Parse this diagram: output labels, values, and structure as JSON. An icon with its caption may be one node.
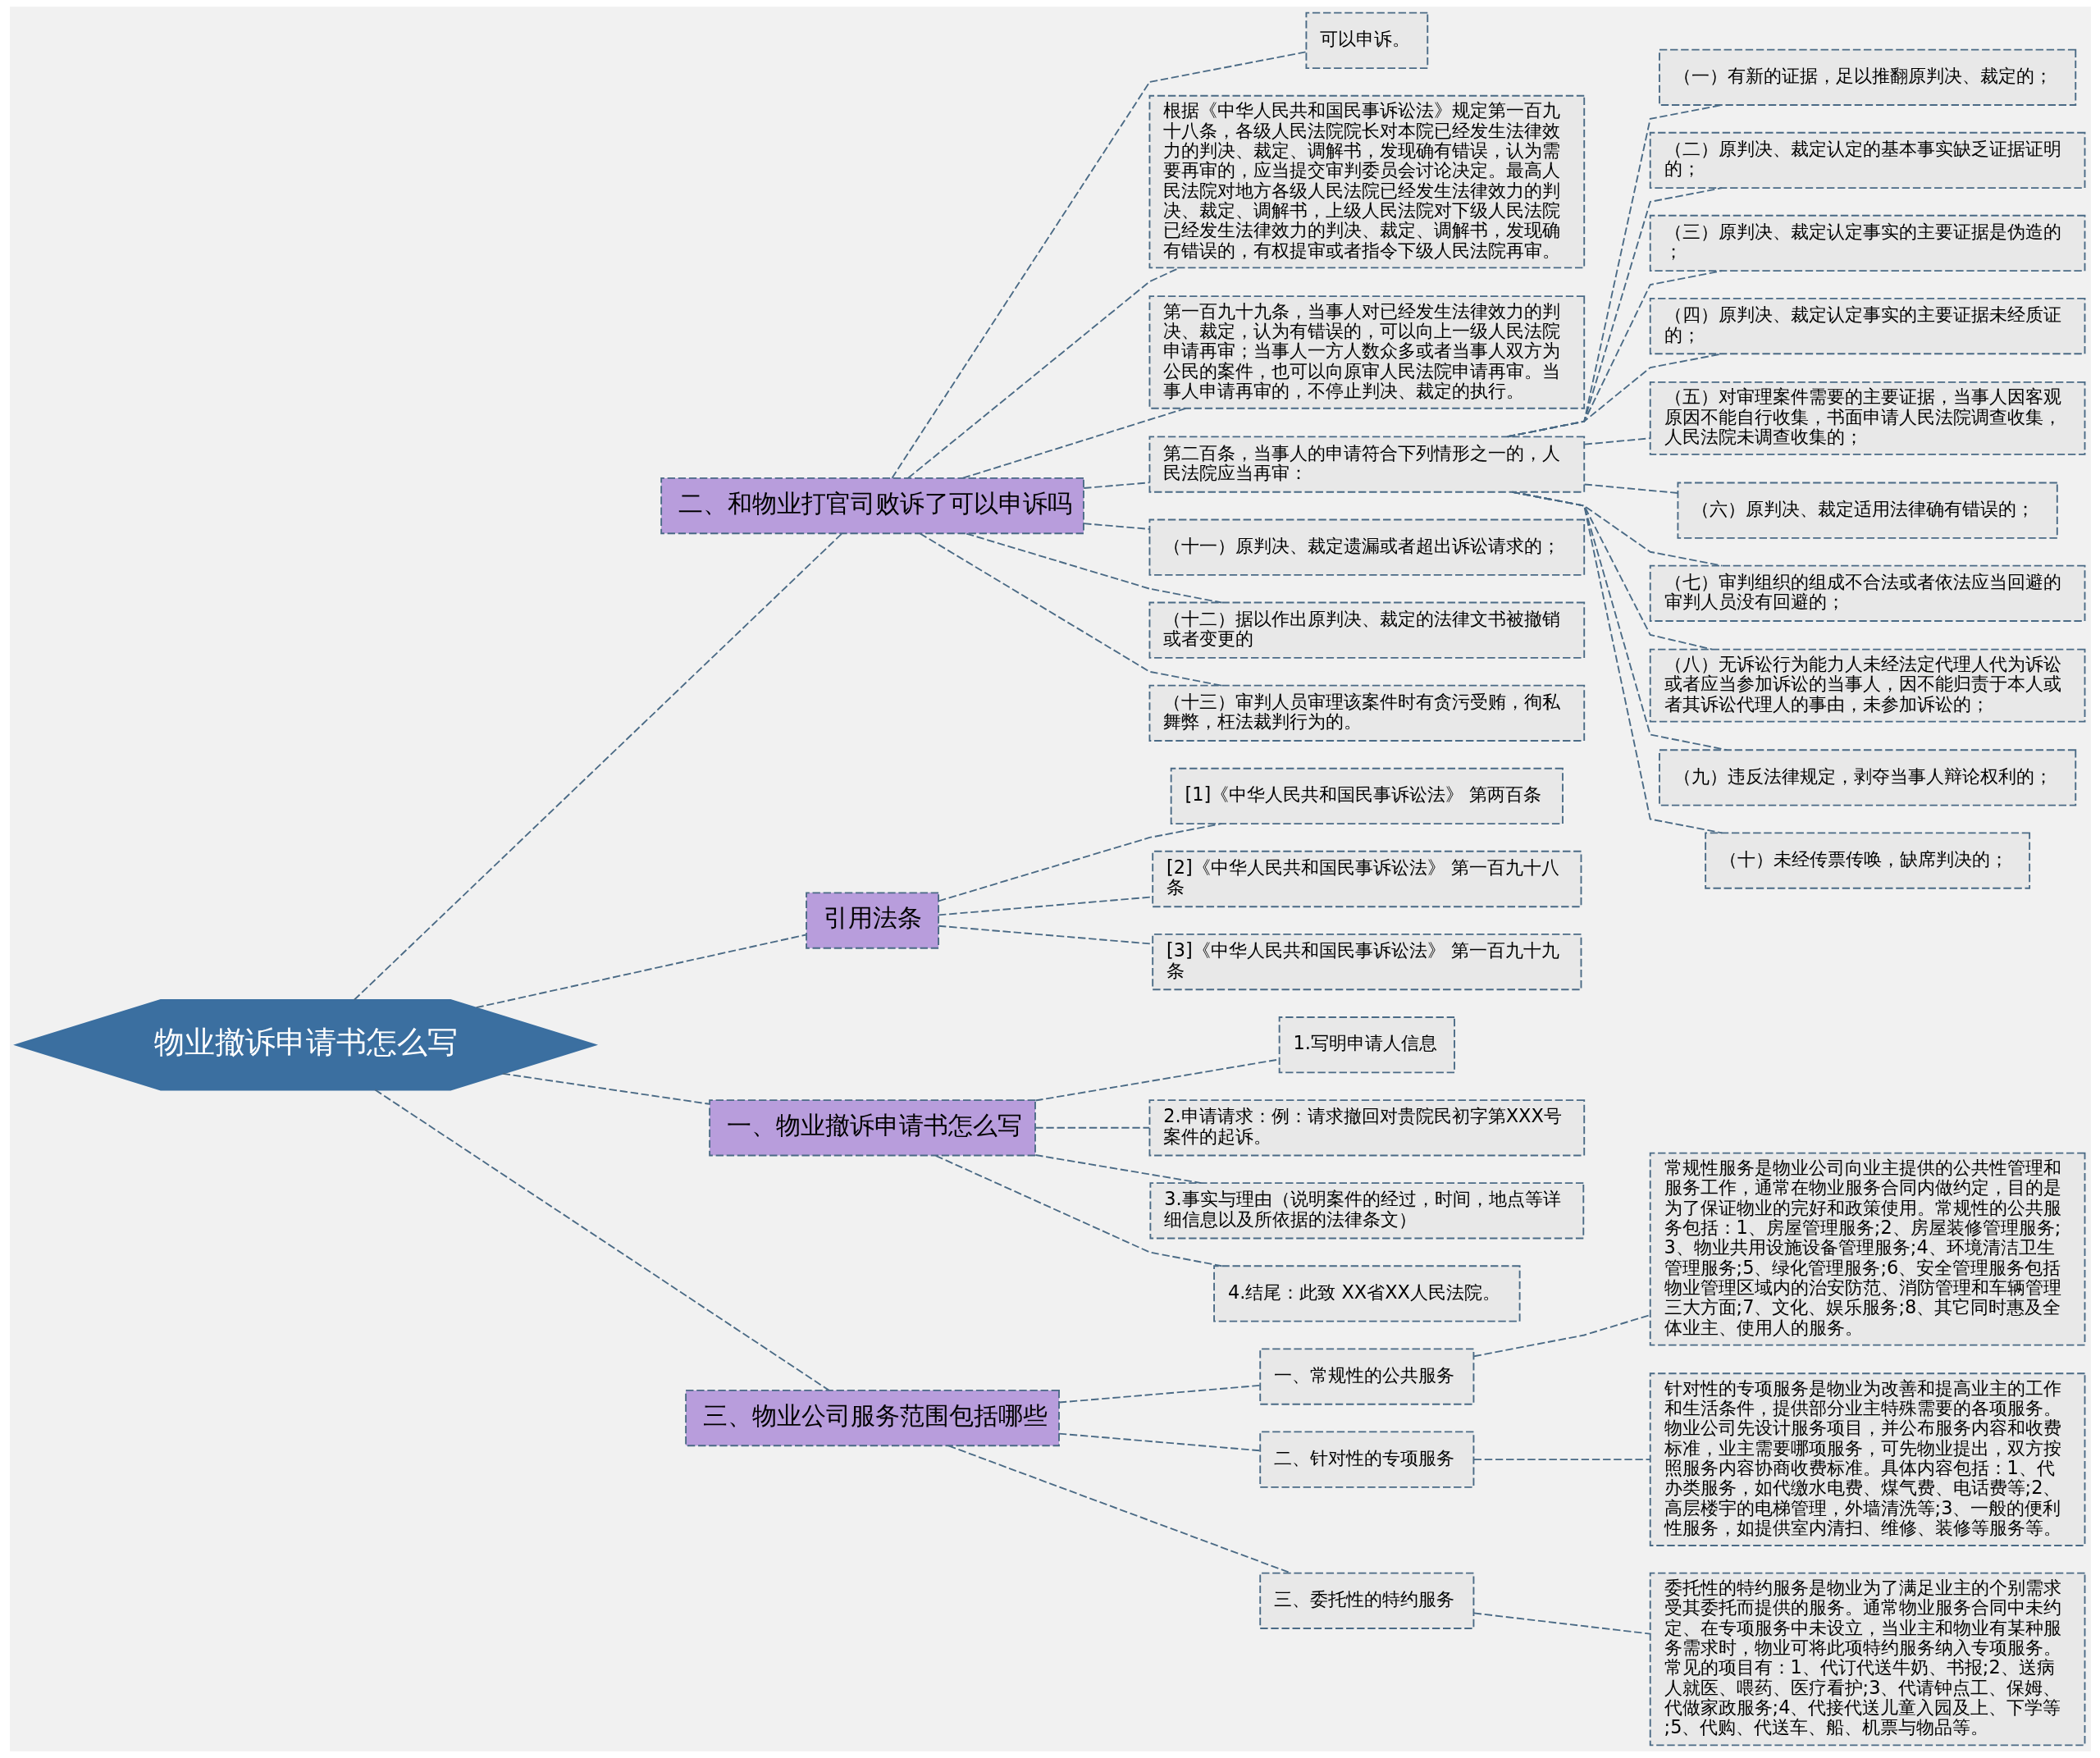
{
  "diagram": {
    "nodes": [
      {
        "text": [
          "物业撤诉申请书怎么写"
        ]
      },
      {
        "text": [
          "二、和物业打官司败诉了可以申诉吗"
        ]
      },
      {
        "text": [
          "可以申诉。"
        ]
      },
      {
        "text": [
          "根据《中华人民共和国民事诉讼法》规定第一百九十八条，各级人民法院院长对本院已经发生法律效力的判决、裁定、调解书，发现确有错误，认为需要再审的，应当提交审判委员会讨论决定。最高人民法院对地方各级人民法院已经发生法律效力的判决、裁定、调解书，上级人民法院对下级人民法院已经发生法律效力的判决、裁定、调解书，发现确有错误的，有权提审或者指令下级人民法院再审。"
        ]
      },
      {
        "text": [
          "第一百九十九条，当事人对已经发生法律效力的判决、裁定，认为有错误的，可以向上一级人民法院申请再审；当事人一方人数众多或者当事人双方为公民的案件，也可以向原审人民法院申请再审。当事人申请再审的，不停止判决、裁定的执行。"
        ]
      },
      {
        "text": [
          "第二百条，当事人的申请符合下列情形之一的，人民法院应当再审："
        ]
      },
      {
        "text": [
          "（一）有新的证据，足以推翻原判决、裁定的；"
        ]
      },
      {
        "text": [
          "（二）原判决、裁定认定的基本事实缺乏证据证明的；"
        ]
      },
      {
        "text": [
          "（三）原判决、裁定认定事实的主要证据是伪造的；"
        ]
      },
      {
        "text": [
          "（四）原判决、裁定认定事实的主要证据未经质证的；"
        ]
      },
      {
        "text": [
          "（五）对审理案件需要的主要证据，当事人因客观原因不能自行收集，书面申请人民法院调查收集，人民法院未调查收集的；"
        ]
      },
      {
        "text": [
          "（六）原判决、裁定适用法律确有错误的；"
        ]
      },
      {
        "text": [
          "（七）审判组织的组成不合法或者依法应当回避的审判人员没有回避的；"
        ]
      },
      {
        "text": [
          "（八）无诉讼行为能力人未经法定代理人代为诉讼或者应当参加诉讼的当事人，因不能归责于本人或者其诉讼代理人的事由，未参加诉讼的；"
        ]
      },
      {
        "text": [
          "（九）违反法律规定，剥夺当事人辩论权利的；"
        ]
      },
      {
        "text": [
          "（十）未经传票传唤，缺席判决的；"
        ]
      },
      {
        "text": [
          "（十一）原判决、裁定遗漏或者超出诉讼请求的；"
        ]
      },
      {
        "text": [
          "（十二）据以作出原判决、裁定的法律文书被撤销或者变更的"
        ]
      },
      {
        "text": [
          "（十三）审判人员审理该案件时有贪污受贿，徇私舞弊，枉法裁判行为的。"
        ]
      },
      {
        "text": [
          "引用法条"
        ]
      },
      {
        "text": [
          "[1]《中华人民共和国民事诉讼法》 第两百条"
        ]
      },
      {
        "text": [
          "[2]《中华人民共和国民事诉讼法》 第一百九十八条"
        ]
      },
      {
        "text": [
          "[3]《中华人民共和国民事诉讼法》 第一百九十九条"
        ]
      },
      {
        "text": [
          "一、物业撤诉申请书怎么写"
        ]
      },
      {
        "text": [
          "1.写明申请人信息"
        ]
      },
      {
        "text": [
          "2.申请请求：例：请求撤回对贵院民初字第XXX号案件的起诉。"
        ]
      },
      {
        "text": [
          "3.事实与理由（说明案件的经过，时间，地点等详细信息以及所依据的法律条文）"
        ]
      },
      {
        "text": [
          "4.结尾：此致 XX省XX人民法院。"
        ]
      },
      {
        "text": [
          "三、物业公司服务范围包括哪些"
        ]
      },
      {
        "text": [
          "一、常规性的公共服务"
        ]
      },
      {
        "text": [
          "常规性服务是物业公司向业主提供的公共性管理和服务工作，通常在物业服务合同内做约定，目的是为了保证物业的完好和政策使用。常规性的公共服务包括：1、房屋管理服务;2、房屋装修管理服务;3、物业共用设施设备管理服务;4、环境清洁卫生管理服务;5、绿化管理服务;6、安全管理服务包括物业管理区域内的治安防范、消防管理和车辆管理三大方面;7、文化、娱乐服务;8、其它同时惠及全体业主、使用人的服务。"
        ]
      },
      {
        "text": [
          "二、针对性的专项服务"
        ]
      },
      {
        "text": [
          "针对性的专项服务是物业为改善和提高业主的工作和生活条件，提供部分业主特殊需要的各项服务。物业公司先设计服务项目，并公布服务内容和收费标准，业主需要哪项服务，可先物业提出，双方按照服务内容协商收费标准。具体内容包括：1、代办类服务，如代缴水电费、煤气费、电话费等;2、高层楼宇的电梯管理，外墙清洗等;3、一般的便利性服务，如提供室内清扫、维修、装修等服务等。"
        ]
      },
      {
        "text": [
          "三、委托性的特约服务"
        ]
      },
      {
        "text": [
          "委托性的特约服务是物业为了满足业主的个别需求受其委托而提供的服务。通常物业服务合同中未约定、在专项服务中未设立，当业主和物业有某种服务需求时，物业可将此项特约服务纳入专项服务。常见的项目有：1、代订代送牛奶、书报;2、送病人就医、喂药、医疗看护;3、代请钟点工、保姆、代做家政服务;4、代接代送儿童入园及上、下学等;5、代购、代送车、船、机票与物品等。"
        ]
      }
    ],
    "edges": [
      {
        "from": 0,
        "to": 1,
        "arrow": "none",
        "style": "dashed"
      },
      {
        "from": 1,
        "to": 2,
        "arrow": "none",
        "style": "dashed"
      },
      {
        "from": 1,
        "to": 3,
        "arrow": "none",
        "style": "dashed"
      },
      {
        "from": 1,
        "to": 4,
        "arrow": "none",
        "style": "dashed"
      },
      {
        "from": 1,
        "to": 5,
        "arrow": "none",
        "style": "dashed"
      },
      {
        "from": 5,
        "to": 6,
        "arrow": "none",
        "style": "dashed"
      },
      {
        "from": 5,
        "to": 7,
        "arrow": "none",
        "style": "dashed"
      },
      {
        "from": 5,
        "to": 8,
        "arrow": "none",
        "style": "dashed"
      },
      {
        "from": 5,
        "to": 9,
        "arrow": "none",
        "style": "dashed"
      },
      {
        "from": 5,
        "to": 10,
        "arrow": "none",
        "style": "dashed"
      },
      {
        "from": 5,
        "to": 11,
        "arrow": "none",
        "style": "dashed"
      },
      {
        "from": 5,
        "to": 12,
        "arrow": "none",
        "style": "dashed"
      },
      {
        "from": 5,
        "to": 13,
        "arrow": "none",
        "style": "dashed"
      },
      {
        "from": 5,
        "to": 14,
        "arrow": "none",
        "style": "dashed"
      },
      {
        "from": 5,
        "to": 15,
        "arrow": "none",
        "style": "dashed"
      },
      {
        "from": 1,
        "to": 16,
        "arrow": "none",
        "style": "dashed"
      },
      {
        "from": 1,
        "to": 17,
        "arrow": "none",
        "style": "dashed"
      },
      {
        "from": 1,
        "to": 18,
        "arrow": "none",
        "style": "dashed"
      },
      {
        "from": 0,
        "to": 19,
        "arrow": "none",
        "style": "dashed"
      },
      {
        "from": 19,
        "to": 20,
        "arrow": "none",
        "style": "dashed"
      },
      {
        "from": 19,
        "to": 21,
        "arrow": "none",
        "style": "dashed"
      },
      {
        "from": 19,
        "to": 22,
        "arrow": "none",
        "style": "dashed"
      },
      {
        "from": 0,
        "to": 23,
        "arrow": "none",
        "style": "dashed"
      },
      {
        "from": 23,
        "to": 24,
        "arrow": "none",
        "style": "dashed"
      },
      {
        "from": 23,
        "to": 25,
        "arrow": "none",
        "style": "dashed"
      },
      {
        "from": 23,
        "to": 26,
        "arrow": "none",
        "style": "dashed"
      },
      {
        "from": 23,
        "to": 27,
        "arrow": "none",
        "style": "dashed"
      },
      {
        "from": 0,
        "to": 28,
        "arrow": "none",
        "style": "dashed"
      },
      {
        "from": 28,
        "to": 29,
        "arrow": "none",
        "style": "dashed"
      },
      {
        "from": 29,
        "to": 30,
        "arrow": "none",
        "style": "dashed"
      },
      {
        "from": 28,
        "to": 31,
        "arrow": "none",
        "style": "dashed"
      },
      {
        "from": 31,
        "to": 32,
        "arrow": "none",
        "style": "dashed"
      },
      {
        "from": 28,
        "to": 33,
        "arrow": "none",
        "style": "dashed"
      },
      {
        "from": 33,
        "to": 34,
        "arrow": "none",
        "style": "dashed"
      }
    ]
  }
}
